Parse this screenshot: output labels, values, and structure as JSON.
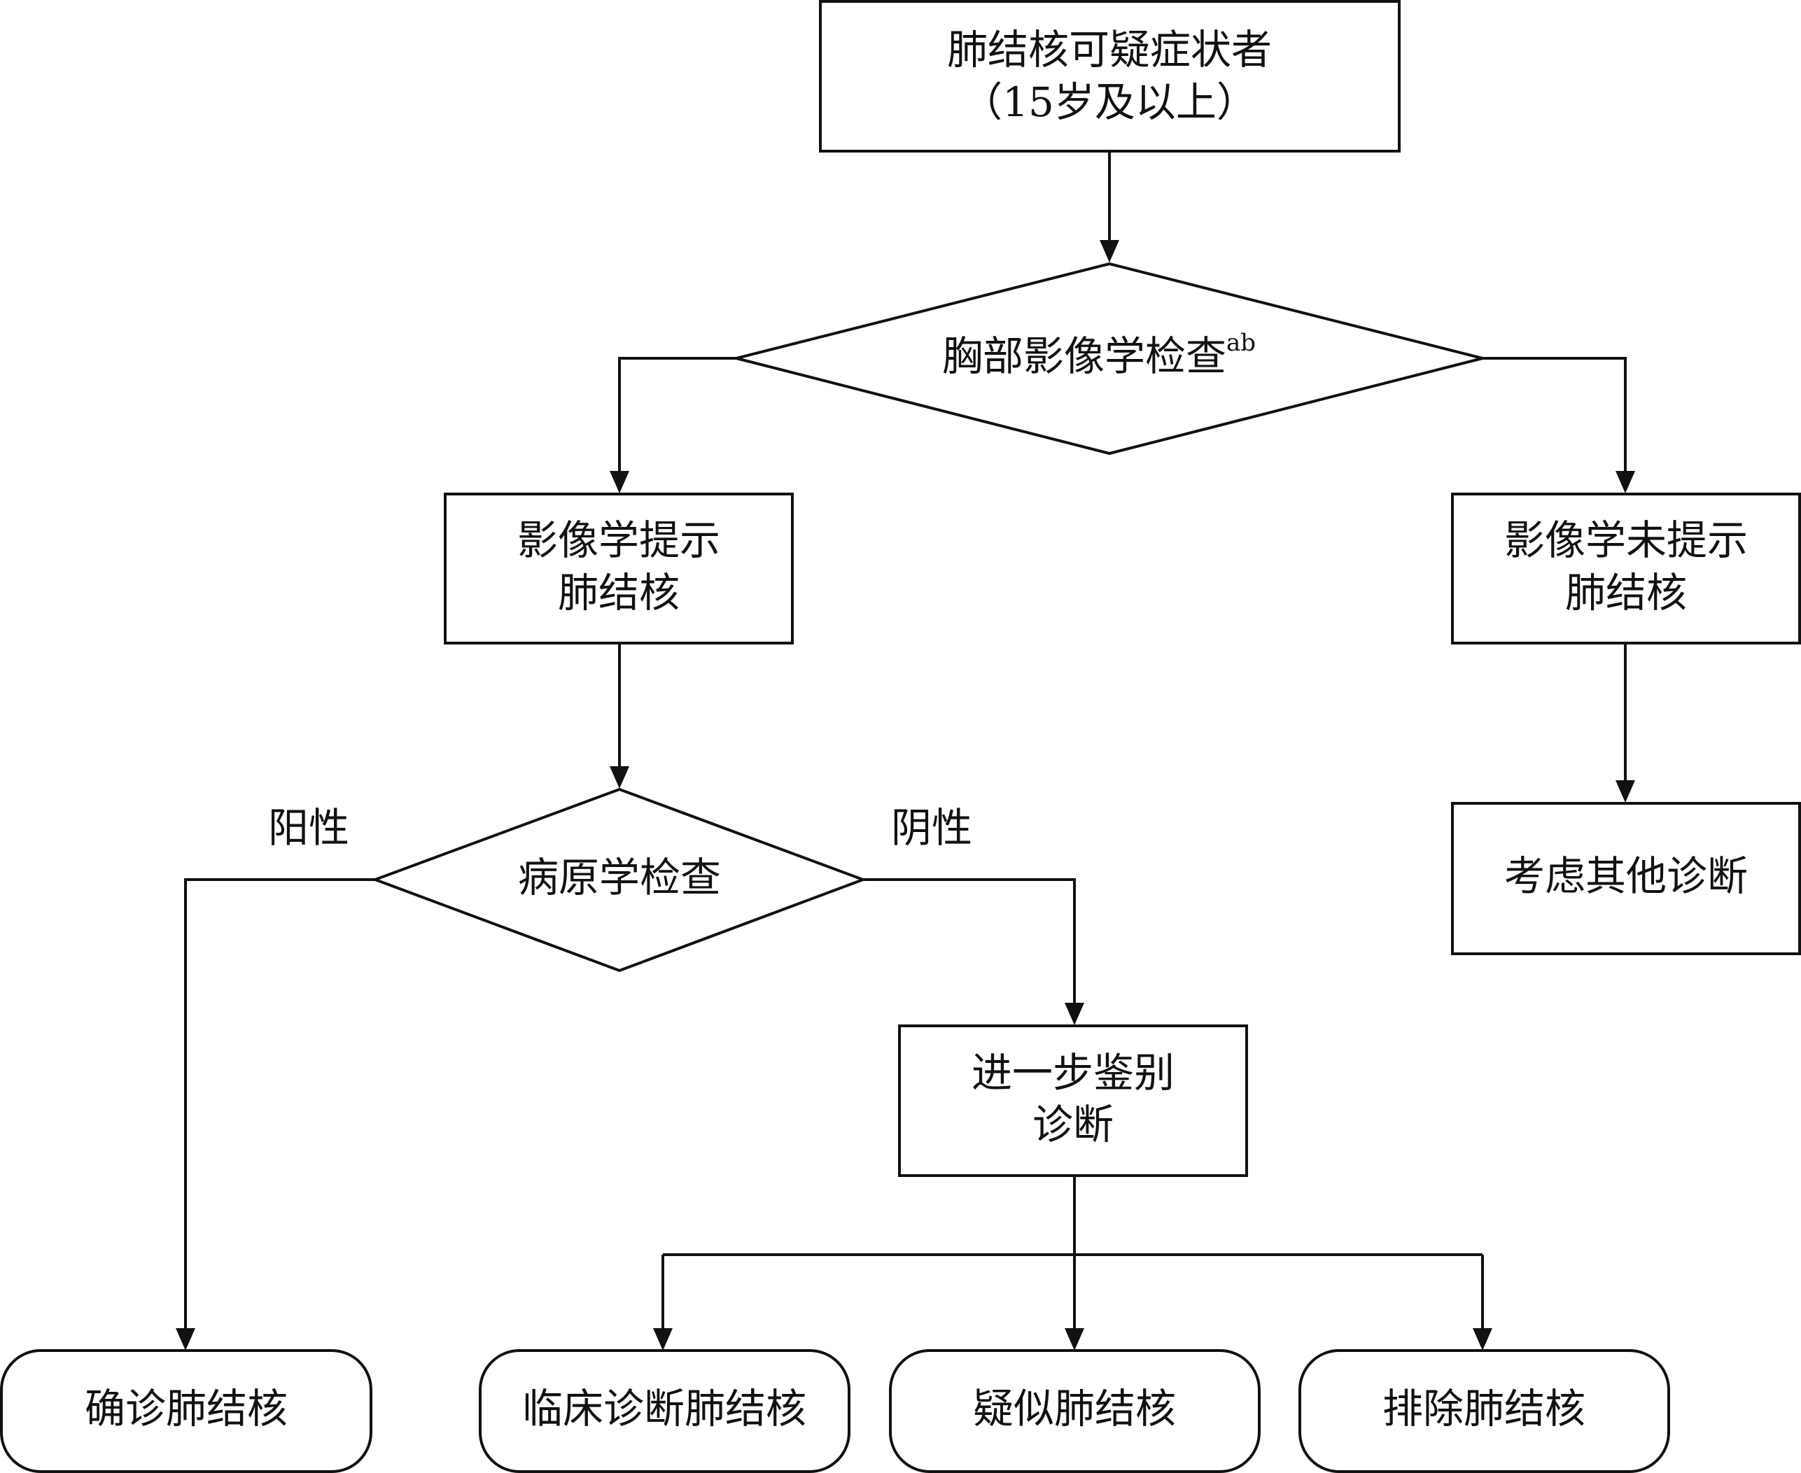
{
  "nodes": {
    "start": {
      "line1": "肺结核可疑症状者",
      "line2": "（15岁及以上）"
    },
    "chest_imaging": {
      "text": "胸部影像学检查",
      "superscript": "ab"
    },
    "imaging_suggests": {
      "line1": "影像学提示",
      "line2": "肺结核"
    },
    "imaging_not_suggests": {
      "line1": "影像学未提示",
      "line2": "肺结核"
    },
    "pathogen_test": {
      "text": "病原学检查"
    },
    "other_diagnosis": {
      "text": "考虑其他诊断"
    },
    "further_diff": {
      "line1": "进一步鉴别",
      "line2": "诊断"
    },
    "confirmed": {
      "text": "确诊肺结核"
    },
    "clinical": {
      "text": "临床诊断肺结核"
    },
    "suspected": {
      "text": "疑似肺结核"
    },
    "excluded": {
      "text": "排除肺结核"
    }
  },
  "edge_labels": {
    "positive": "阳性",
    "negative": "阴性"
  }
}
